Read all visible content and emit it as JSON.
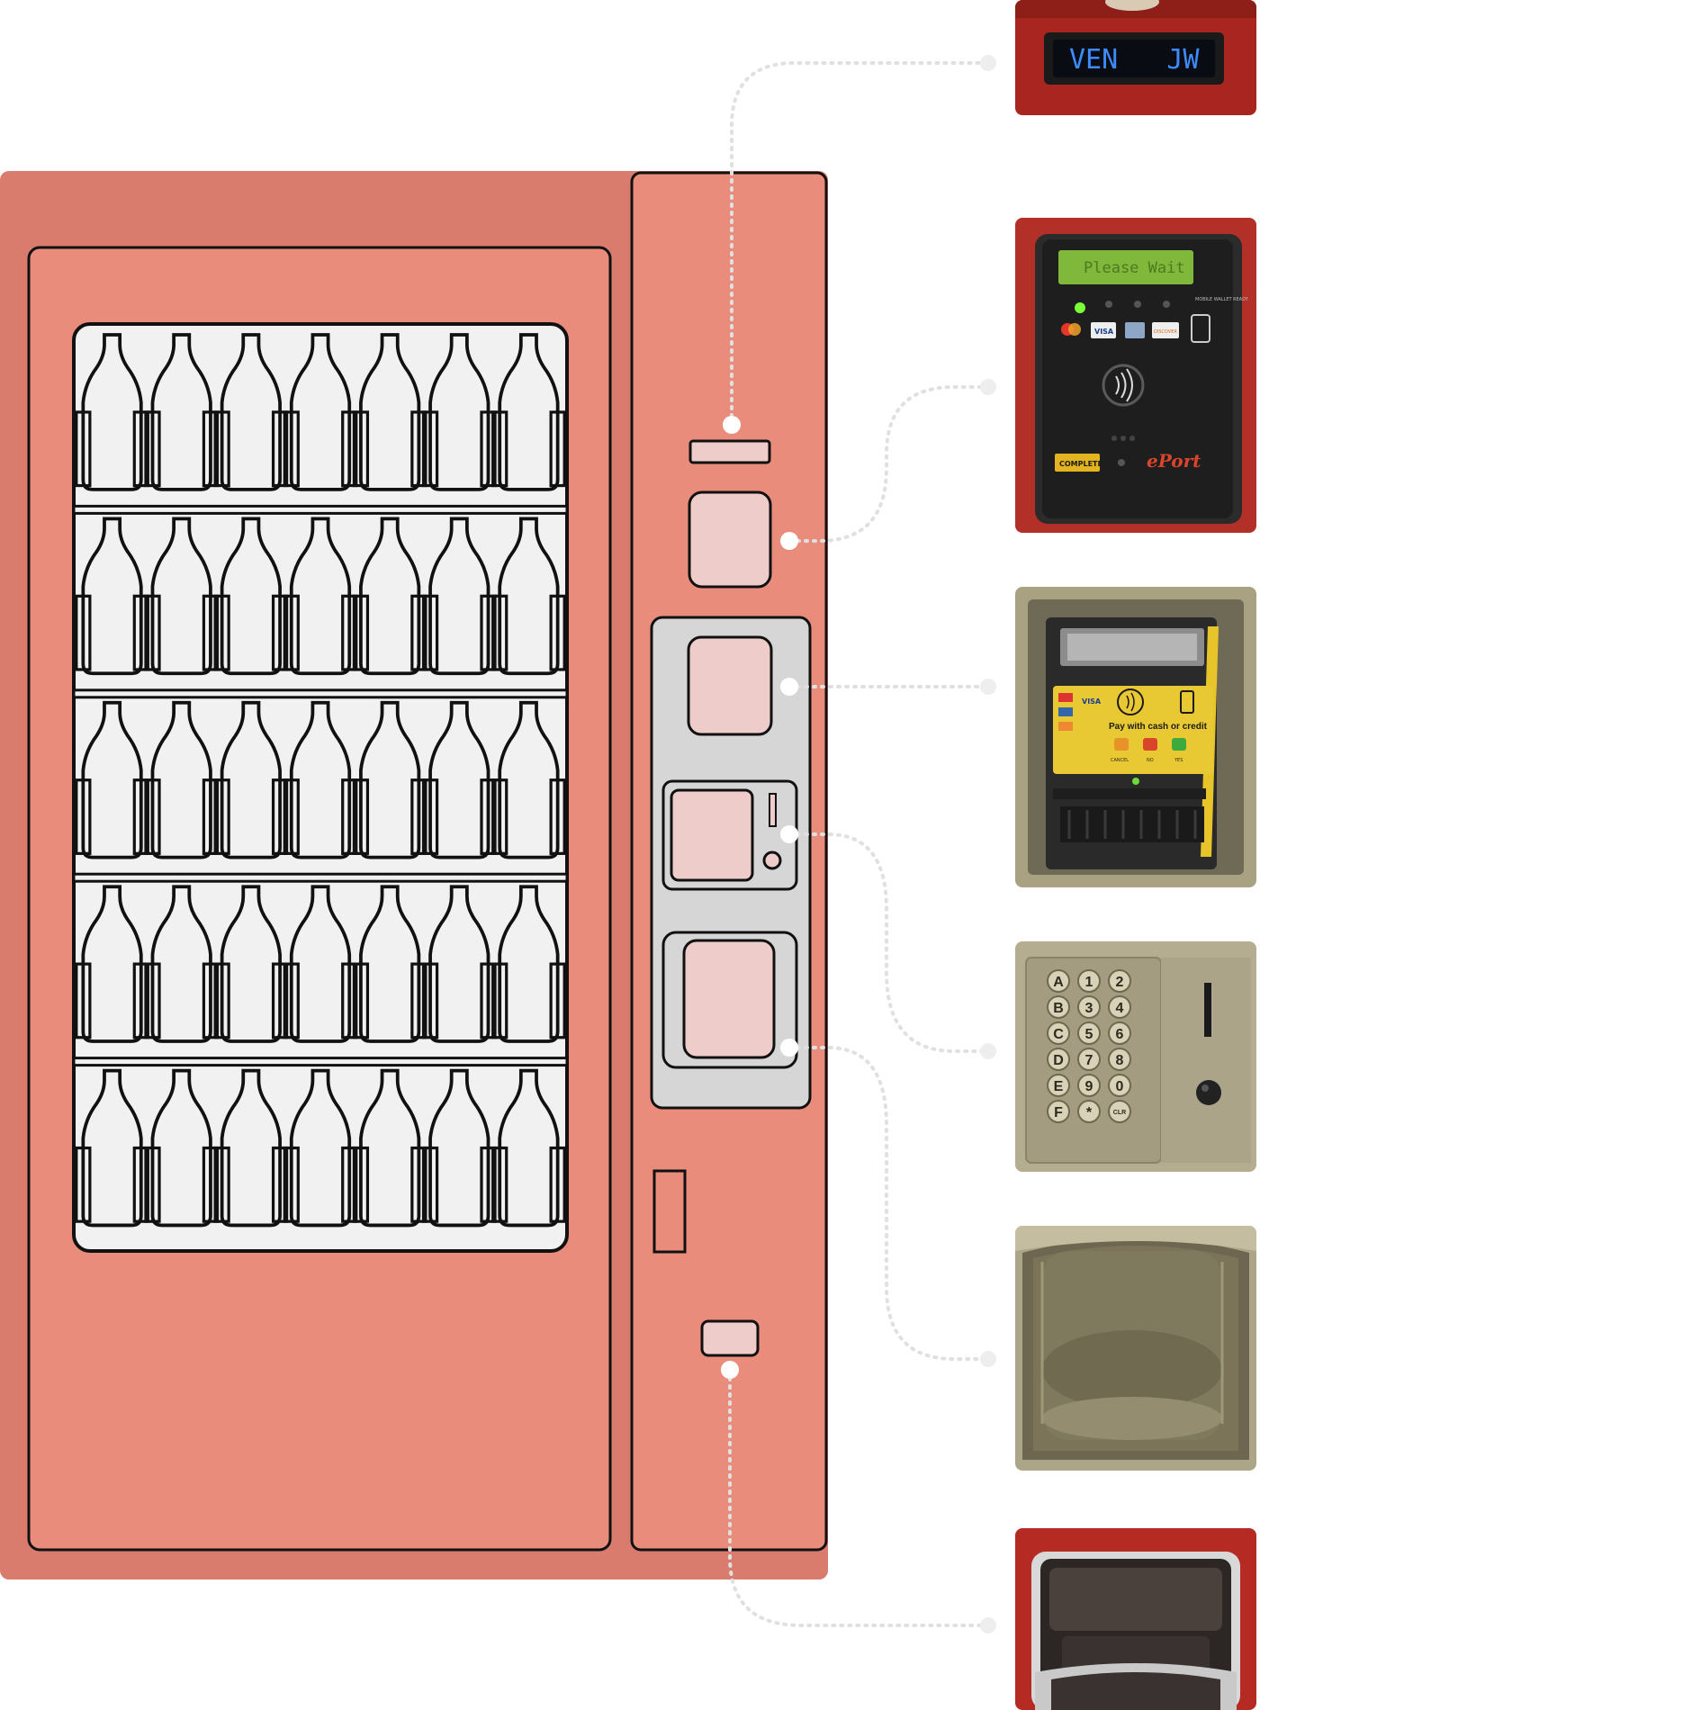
{
  "colors": {
    "machine_body": "#D97C6E",
    "machine_face": "#EA8C7C",
    "window": "#F1F1F1",
    "outline": "#111111",
    "module_fill": "#EDCCC9",
    "panel_gray": "#D6D6D6",
    "connector": "#E0E0E0",
    "photo_red": "#B23027",
    "photo_beige": "#A8A283",
    "lcd_blue": "#3D8BFF",
    "lcd_green": "#7FB83A"
  },
  "machine": {
    "shelves": 5,
    "bottles_per_shelf": 7
  },
  "photos": {
    "display": {
      "lcd_text": "VEN   JW"
    },
    "card_reader": {
      "lcd_text": "Please Wait",
      "card_logos": [
        "VISA",
        "DISCOVER"
      ],
      "status_label": "COMPLETE",
      "brand": "ePort",
      "side_label": "MOBILE WALLET READY"
    },
    "payment_unit": {
      "headline": "Pay with cash or credit",
      "buttons": [
        "CANCEL",
        "NO",
        "YES"
      ],
      "card_logo": "VISA"
    },
    "keypad": {
      "keys": [
        [
          "A",
          "1",
          "2"
        ],
        [
          "B",
          "3",
          "4"
        ],
        [
          "C",
          "5",
          "6"
        ],
        [
          "D",
          "7",
          "8"
        ],
        [
          "E",
          "9",
          "0"
        ],
        [
          "F",
          "*",
          "CLR"
        ]
      ]
    },
    "coin_cup": {},
    "delivery_bin": {}
  }
}
